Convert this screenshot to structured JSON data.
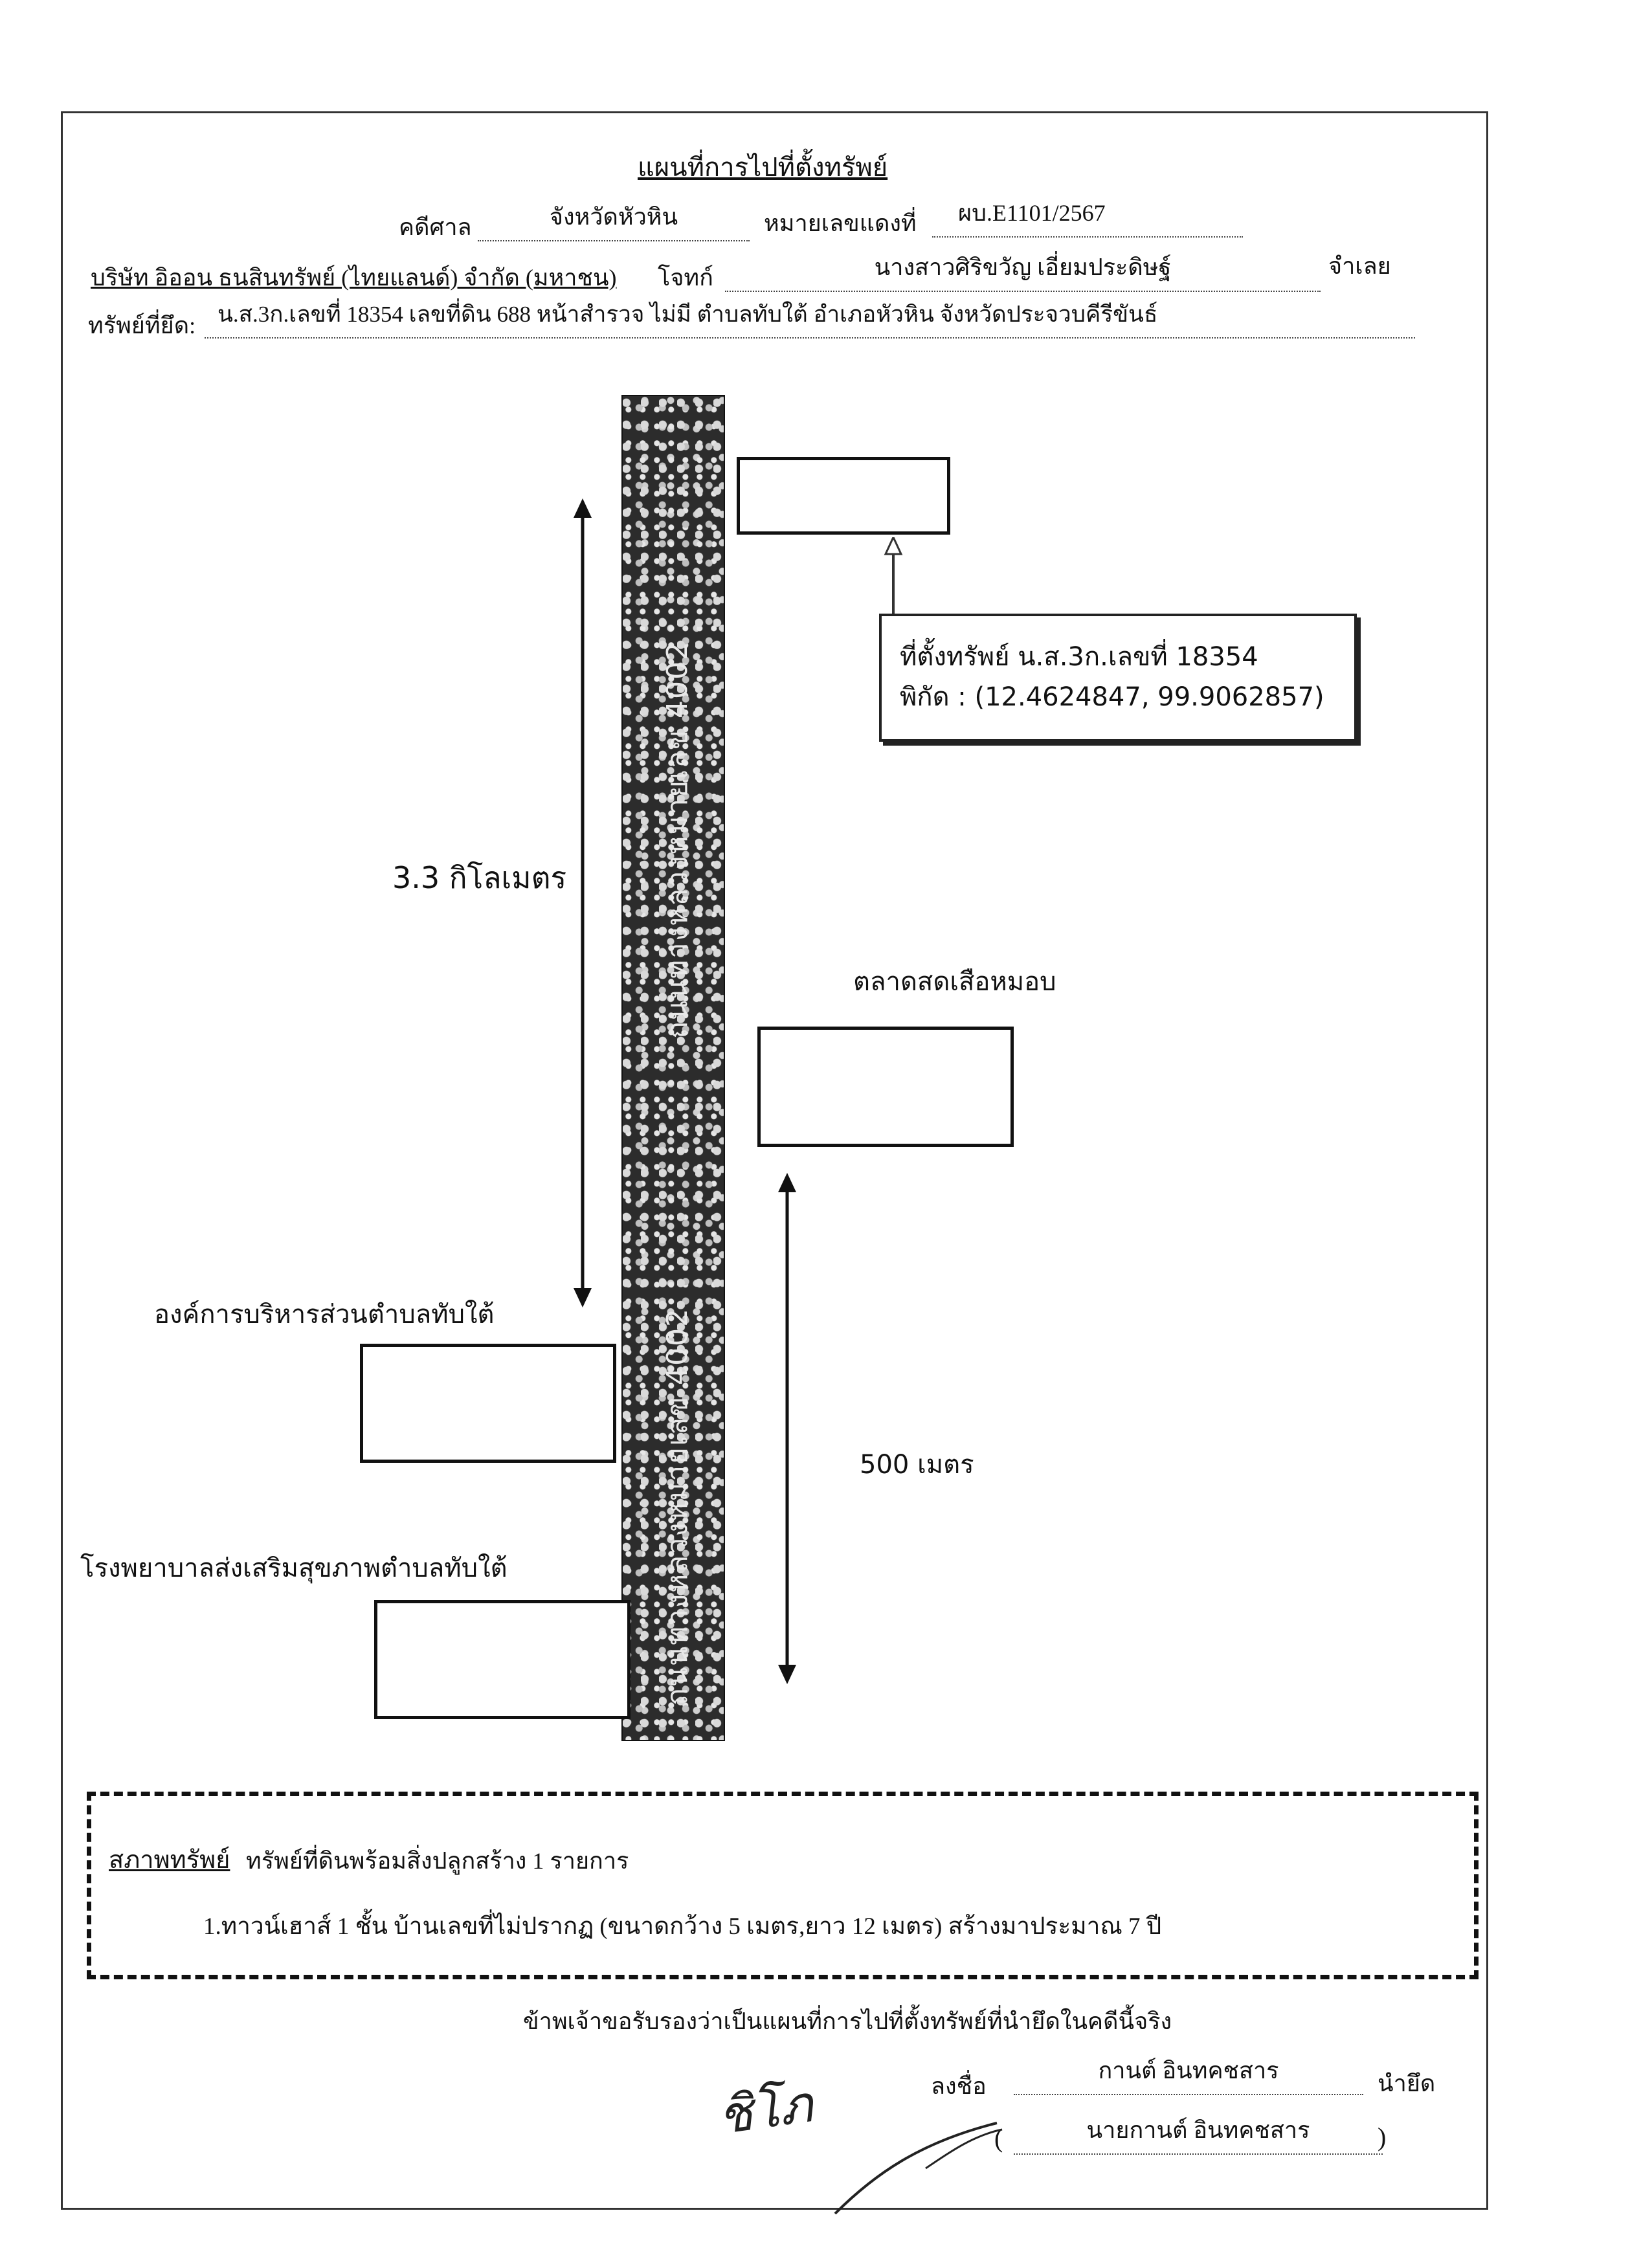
{
  "header": {
    "title": "แผนที่การไปที่ตั้งทรัพย์",
    "court_label": "คดีศาล",
    "court_value": "จังหวัดหัวหิน",
    "case_no_label": "หมายเลขแดงที่",
    "case_no_value": "ผบ.E1101/2567",
    "plaintiff": "บริษัท อิออน ธนสินทรัพย์ (ไทยแลนด์) จำกัด (มหาชน)",
    "plaintiff_role": "โจทก์",
    "defendant": "นางสาวศิริขวัญ เอี่ยมประดิษฐ์",
    "defendant_role": "จำเลย",
    "asset_label": "ทรัพย์ที่ยึด:",
    "asset_value": "น.ส.3ก.เลขที่ 18354 เลขที่ดิน 688 หน้าสำรวจ ไม่มี ตำบลทับใต้ อำเภอหัวหิน จังหวัดประจวบคีรีขันธ์"
  },
  "map": {
    "road_label_top": "ถนนทางหลวงหมายเลข 4002",
    "road_label_bottom": "ถนนทางหลวงหมายเลข 4002",
    "location_callout_line1": "ที่ตั้งทรัพย์ น.ส.3ก.เลขที่ 18354",
    "location_callout_line2": "พิกัด : (12.4624847, 99.9062857)",
    "distance_long": "3.3 กิโลเมตร",
    "distance_short": "500 เมตร",
    "landmark_market": "ตลาดสดเสือหมอบ",
    "landmark_tao": "องค์การบริหารส่วนตำบลทับใต้",
    "landmark_hospital": "โรงพยาบาลส่งเสริมสุขภาพตำบลทับใต้"
  },
  "condition": {
    "label": "สภาพทรัพย์",
    "summary": "ทรัพย์ที่ดินพร้อมสิ่งปลูกสร้าง 1 รายการ",
    "item1": "1.ทาวน์เฮาส์ 1 ชั้น  บ้านเลขที่ไม่ปรากฏ (ขนาดกว้าง 5 เมตร,ยาว 12 เมตร) สร้างมาประมาณ 7 ปี"
  },
  "certification": {
    "statement": "ข้าพเจ้าขอรับรองว่าเป็นแผนที่การไปที่ตั้งทรัพย์ที่นำยึดในคดีนี้จริง",
    "sign_label": "ลงชื่อ",
    "signer": "กานต์ อินทคชสาร",
    "signer_role": "นำยึด",
    "printed_name": "นายกานต์ อินทคชสาร",
    "initials_handwritten": "ชิโภ"
  }
}
